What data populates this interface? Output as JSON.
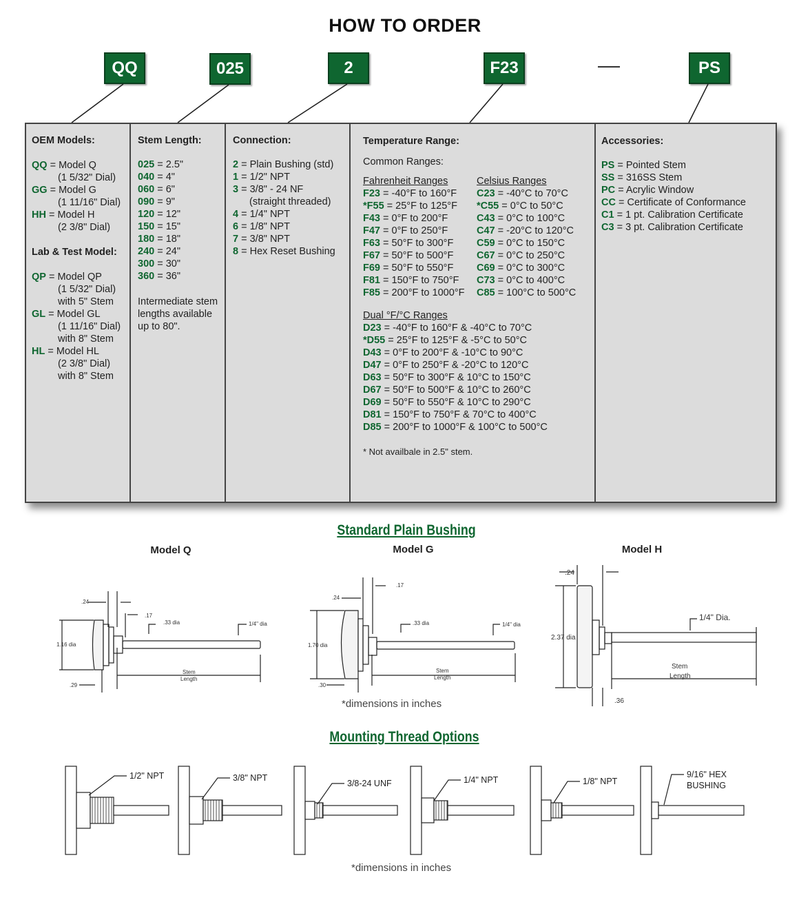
{
  "title": "HOW TO ORDER",
  "colors": {
    "accent": "#0f6630",
    "panel": "#dcdcdc"
  },
  "badges": [
    "QQ",
    "025",
    "2",
    "F23",
    "PS"
  ],
  "separator": "—",
  "oem": {
    "header": "OEM Models:",
    "items": [
      {
        "code": "QQ",
        "text": "= Model Q",
        "sub": [
          "(1 5/32\" Dial)"
        ]
      },
      {
        "code": "GG",
        "text": "= Model G",
        "sub": [
          "(1 11/16\" Dial)"
        ]
      },
      {
        "code": "HH",
        "text": "= Model H",
        "sub": [
          "(2 3/8\" Dial)"
        ]
      }
    ],
    "lab_header": "Lab & Test Model:",
    "lab_items": [
      {
        "code": "QP",
        "text": "= Model QP",
        "sub": [
          "(1 5/32\" Dial)",
          "with 5\" Stem"
        ]
      },
      {
        "code": "GL",
        "text": "= Model GL",
        "sub": [
          "(1 11/16\" Dial)",
          "with 8\" Stem"
        ]
      },
      {
        "code": "HL",
        "text": "= Model HL",
        "sub": [
          "(2 3/8\" Dial)",
          "with 8\" Stem"
        ]
      }
    ]
  },
  "stem": {
    "header": "Stem Length:",
    "items": [
      {
        "code": "025",
        "text": "= 2.5\""
      },
      {
        "code": "040",
        "text": "= 4\""
      },
      {
        "code": "060",
        "text": "= 6\""
      },
      {
        "code": "090",
        "text": "= 9\""
      },
      {
        "code": "120",
        "text": "= 12\""
      },
      {
        "code": "150",
        "text": "= 15\""
      },
      {
        "code": "180",
        "text": "= 18\""
      },
      {
        "code": "240",
        "text": "= 24\""
      },
      {
        "code": "300",
        "text": "= 30\""
      },
      {
        "code": "360",
        "text": "= 36\""
      }
    ],
    "note": [
      "Intermediate stem",
      "lengths available",
      "up to 80\"."
    ]
  },
  "connection": {
    "header": "Connection:",
    "items": [
      {
        "code": "2",
        "text": "= Plain Bushing (std)"
      },
      {
        "code": "1",
        "text": "= 1/2\" NPT"
      },
      {
        "code": "3",
        "text": "= 3/8\" - 24 NF",
        "sub": "(straight threaded)"
      },
      {
        "code": "4",
        "text": "= 1/4\" NPT"
      },
      {
        "code": "6",
        "text": "= 1/8\" NPT"
      },
      {
        "code": "7",
        "text": "= 3/8\" NPT"
      },
      {
        "code": "8",
        "text": "= Hex Reset Bushing"
      }
    ]
  },
  "temperature": {
    "header": "Temperature Range:",
    "common": "Common Ranges:",
    "f_header": "Fahrenheit Ranges",
    "c_header": "Celsius Ranges",
    "f_items": [
      {
        "code": "F23",
        "text": "= -40°F to 160°F"
      },
      {
        "code": "*F55",
        "text": "= 25°F to 125°F"
      },
      {
        "code": "F43",
        "text": "= 0°F to 200°F"
      },
      {
        "code": "F47",
        "text": "= 0°F to 250°F"
      },
      {
        "code": "F63",
        "text": "= 50°F to 300°F"
      },
      {
        "code": "F67",
        "text": "= 50°F to 500°F"
      },
      {
        "code": "F69",
        "text": "= 50°F to 550°F"
      },
      {
        "code": "F81",
        "text": "= 150°F to 750°F"
      },
      {
        "code": "F85",
        "text": "= 200°F to 1000°F"
      }
    ],
    "c_items": [
      {
        "code": "C23",
        "text": "= -40°C to 70°C"
      },
      {
        "code": "*C55",
        "text": "= 0°C to 50°C"
      },
      {
        "code": "C43",
        "text": "= 0°C to 100°C"
      },
      {
        "code": "C47",
        "text": "= -20°C to 120°C"
      },
      {
        "code": "C59",
        "text": "= 0°C to 150°C"
      },
      {
        "code": "C67",
        "text": "= 0°C to 250°C"
      },
      {
        "code": "C69",
        "text": "= 0°C to 300°C"
      },
      {
        "code": "C73",
        "text": "= 0°C to 400°C"
      },
      {
        "code": "C85",
        "text": "= 100°C to 500°C"
      }
    ],
    "dual_header": "Dual °F/°C Ranges",
    "dual_items": [
      {
        "code": "D23",
        "text": "= -40°F to 160°F & -40°C to 70°C"
      },
      {
        "code": "*D55",
        "text": "= 25°F to 125°F & -5°C to 50°C"
      },
      {
        "code": "D43",
        "text": "= 0°F to 200°F & -10°C to 90°C"
      },
      {
        "code": "D47",
        "text": "= 0°F to 250°F & -20°C to 120°C"
      },
      {
        "code": "D63",
        "text": "= 50°F to 300°F & 10°C to 150°C"
      },
      {
        "code": "D67",
        "text": "= 50°F to 500°F & 10°C to 260°C"
      },
      {
        "code": "D69",
        "text": "= 50°F to 550°F  & 10°C to 290°C"
      },
      {
        "code": "D81",
        "text": "= 150°F to 750°F & 70°C to 400°C"
      },
      {
        "code": "D85",
        "text": "= 200°F to 1000°F & 100°C to 500°C"
      }
    ],
    "footnote": "* Not availbale in 2.5\" stem."
  },
  "accessories": {
    "header": "Accessories:",
    "items": [
      {
        "code": "PS",
        "text": "= Pointed Stem"
      },
      {
        "code": "SS",
        "text": "= 316SS Stem"
      },
      {
        "code": "PC",
        "text": "= Acrylic Window"
      },
      {
        "code": "CC",
        "text": "= Certificate of Conformance"
      },
      {
        "code": "C1",
        "text": "= 1 pt. Calibration Certificate"
      },
      {
        "code": "C3",
        "text": "= 3 pt. Calibration Certificate"
      }
    ]
  },
  "bushing_section": {
    "title": "Standard Plain Bushing",
    "models": [
      {
        "name": "Model Q",
        "dims": {
          "a": ".24",
          "b": ".17",
          "c": ".33 dia",
          "d": "1/4\" dia",
          "e": "1.16 dia",
          "f": ".29",
          "stem1": "Stem",
          "stem2": "Length"
        }
      },
      {
        "name": "Model G",
        "dims": {
          "a": ".24",
          "b": ".17",
          "c": ".33 dia",
          "d": "1/4\" dia",
          "e": "1.70 dia",
          "f": ".30",
          "stem1": "Stem",
          "stem2": "Length"
        }
      },
      {
        "name": "Model H",
        "dims": {
          "a": ".24",
          "d": "1/4\" Dia.",
          "e": "2.37 dia",
          "f": ".36",
          "stem1": "Stem",
          "stem2": "Length"
        }
      }
    ],
    "note": "*dimensions in inches"
  },
  "thread_section": {
    "title": "Mounting Thread Options",
    "options": [
      {
        "label1": "1/2\" NPT",
        "label2": ""
      },
      {
        "label1": "3/8\" NPT",
        "label2": ""
      },
      {
        "label1": "3/8-24 UNF",
        "label2": ""
      },
      {
        "label1": "1/4\" NPT",
        "label2": ""
      },
      {
        "label1": "1/8\" NPT",
        "label2": ""
      },
      {
        "label1": "9/16\" HEX",
        "label2": "BUSHING"
      }
    ],
    "note": "*dimensions in inches"
  }
}
